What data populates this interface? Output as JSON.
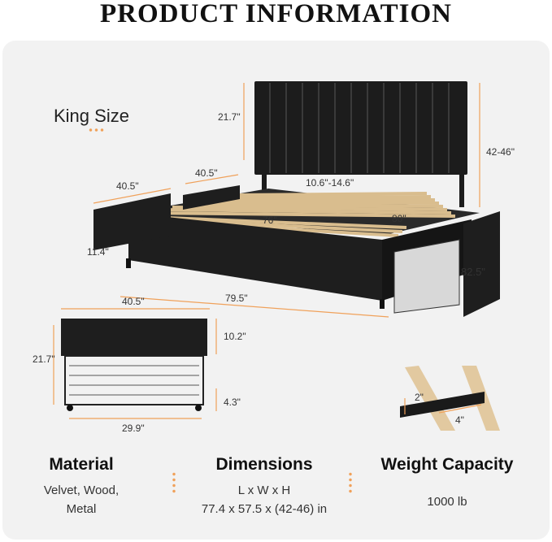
{
  "title": "PRODUCT INFORMATION",
  "size_label": "King Size",
  "dimensions_labels": {
    "headboard_height": "21.7\"",
    "total_height": "42-46\"",
    "drawer_width_left": "40.5\"",
    "drawer_width_mid": "40.5\"",
    "headboard_gap": "10.6\"-14.6\"",
    "inner_width": "76\"",
    "inner_length": "80\"",
    "clearance": "11.4\"",
    "outer_length": "79.5\"",
    "drawer_depth": "82.5\"",
    "drawer_front_width": "40.5\"",
    "drawer_front_height": "10.2\"",
    "drawer_depth_side": "21.7\"",
    "basket_height": "4.3\"",
    "basket_width": "29.9\"",
    "slat_thickness": "2\"",
    "slat_width": "4\""
  },
  "specs": {
    "material": {
      "heading": "Material",
      "line1": "Velvet, Wood,",
      "line2": "Metal"
    },
    "dimensions": {
      "heading": "Dimensions",
      "line1": "L x W x H",
      "line2": "77.4 x 57.5 x (42-46) in"
    },
    "capacity": {
      "heading": "Weight Capacity",
      "line1": "1000 lb"
    }
  },
  "colors": {
    "accent": "#f0a15a",
    "panel": "#f2f2f2",
    "frame": "#1e1e1e",
    "wood": "#e2c9a0"
  }
}
